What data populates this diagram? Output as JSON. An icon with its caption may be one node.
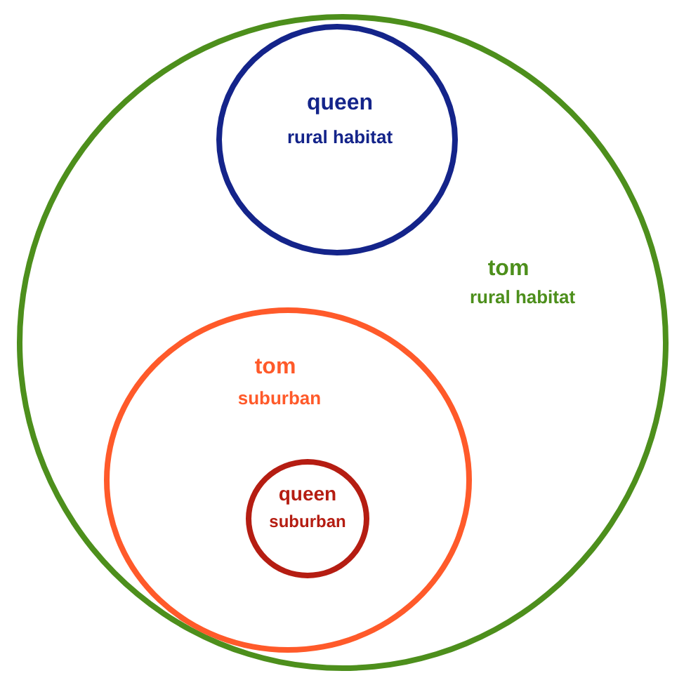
{
  "diagram": {
    "nodes": [
      {
        "text": [
          "tom",
          "rural habitat"
        ]
      },
      {
        "text": [
          "queen",
          "rural habitat"
        ],
        "in": 0
      },
      {
        "text": [
          "tom",
          "suburban"
        ],
        "in": 0
      },
      {
        "text": [
          "queen",
          "suburban"
        ],
        "in": 2
      }
    ]
  }
}
